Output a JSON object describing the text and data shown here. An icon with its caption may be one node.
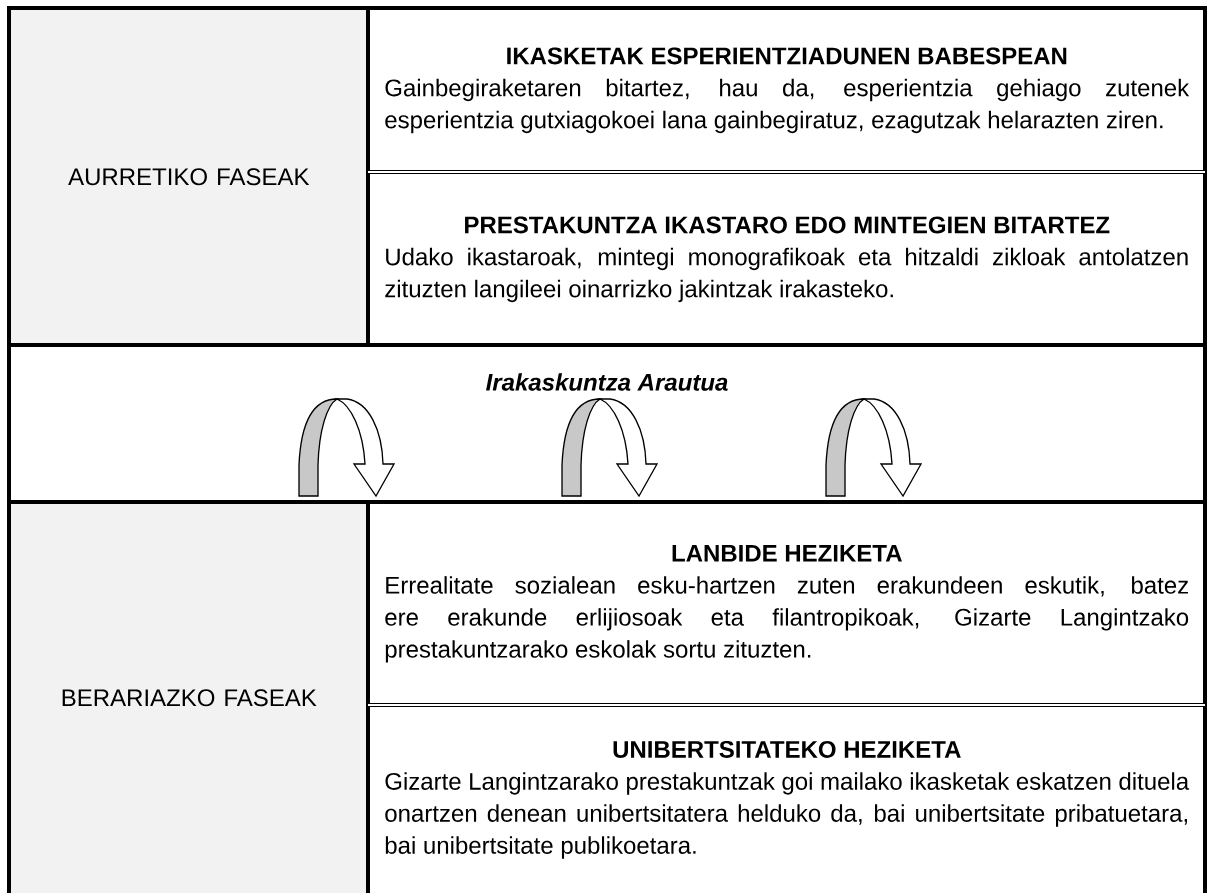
{
  "diagram": {
    "nodes": [
      {
        "text": [
          "AURRETIKO FASEAK"
        ]
      },
      {
        "text": [
          "IKASKETAK ESPERIENTZIADUNEN BABESPEAN",
          "Gainbegiraketaren bitartez, hau da, esperientzia gehiago zutenek esperientzia gutxiagokoei lana gainbegiratuz, ezagutzak helarazten ziren."
        ]
      },
      {
        "text": [
          "PRESTAKUNTZA IKASTARO EDO MINTEGIEN BITARTEZ",
          "Udako ikastaroak, mintegi monografikoak eta hitzaldi zikloak antolatzen zituzten langileei oinarrizko jakintzak irakasteko."
        ]
      },
      {
        "text": [
          "Irakaskuntza Arautua"
        ]
      },
      {
        "text": [
          "BERARIAZKO FASEAK"
        ]
      },
      {
        "text": [
          "LANBIDE HEZIKETA",
          "Errealitate sozialean esku-hartzen zuten erakundeen eskutik, batez ere erakunde erlijiosoak eta filantropikoak, Gizarte Langintzako prestakuntzarako eskolak sortu zituzten."
        ]
      },
      {
        "text": [
          "UNIBERTSITATEKO HEZIKETA",
          "Gizarte Langintzarako prestakuntzak goi mailako ikasketak eskatzen dituela onartzen denean unibertsitatera helduko da, bai unibertsitate pribatuetara, bai unibertsitate publikoetara."
        ]
      }
    ]
  }
}
